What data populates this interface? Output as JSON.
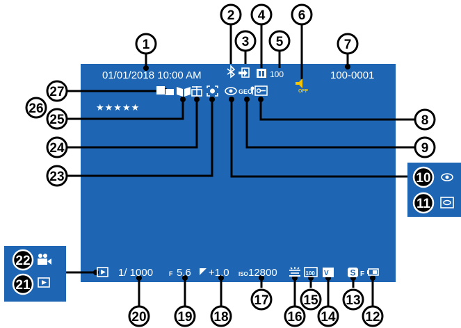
{
  "screen": {
    "date_time": "01/01/2018 10:00 AM",
    "frame_number": "100-0001",
    "folder_number": "100",
    "rating_stars": "★★★★★",
    "shutter_speed": "1/ 1000",
    "aperture_prefix": "F",
    "aperture": "5.6",
    "exposure_comp": "+1.0",
    "iso_prefix": "ISO",
    "iso": "12800",
    "quality": "F"
  },
  "callouts": [
    {
      "num": "1",
      "item": "date-time"
    },
    {
      "num": "2",
      "item": "bluetooth-icon"
    },
    {
      "num": "3",
      "item": "transfer-icon"
    },
    {
      "num": "4",
      "item": "sd-card-icon"
    },
    {
      "num": "5",
      "item": "folder-number"
    },
    {
      "num": "6",
      "item": "sound-off-icon"
    },
    {
      "num": "7",
      "item": "frame-number"
    },
    {
      "num": "8",
      "item": "protect-icon"
    },
    {
      "num": "9",
      "item": "location-icon"
    },
    {
      "num": "10",
      "item": "red-eye-icon"
    },
    {
      "num": "11",
      "item": "auto-red-eye-icon"
    },
    {
      "num": "12",
      "item": "battery-icon"
    },
    {
      "num": "13",
      "item": "quality"
    },
    {
      "num": "14",
      "item": "film-simulation-icon"
    },
    {
      "num": "15",
      "item": "dynamic-range-icon"
    },
    {
      "num": "16",
      "item": "white-balance-icon"
    },
    {
      "num": "17",
      "item": "iso"
    },
    {
      "num": "18",
      "item": "exposure-comp"
    },
    {
      "num": "19",
      "item": "aperture"
    },
    {
      "num": "20",
      "item": "shutter-speed"
    },
    {
      "num": "21",
      "item": "playback-icon"
    },
    {
      "num": "22",
      "item": "movie-icon"
    },
    {
      "num": "23",
      "item": "face-icon"
    },
    {
      "num": "24",
      "item": "gift-icon"
    },
    {
      "num": "25",
      "item": "photobook-icon"
    },
    {
      "num": "26",
      "item": "rating"
    },
    {
      "num": "27",
      "item": "print-order-icon"
    }
  ],
  "colors": {
    "screen": "#1e66b3",
    "accent": "#f6c400"
  }
}
